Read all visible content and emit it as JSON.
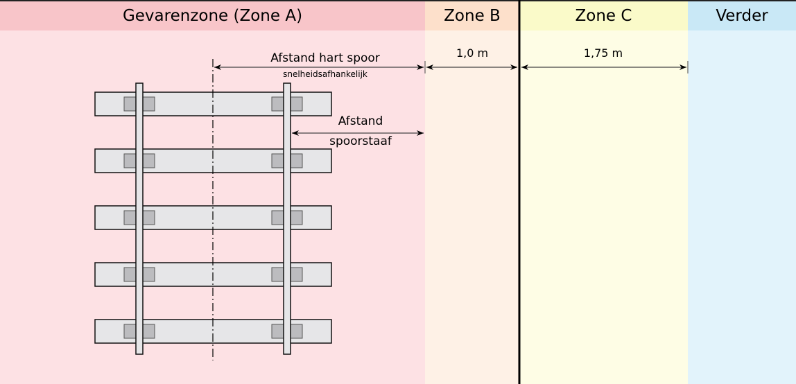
{
  "zones": [
    {
      "label": "Gevarenzone (Zone A)",
      "header_color": "#f8c5c9",
      "body_color": "#fde1e4"
    },
    {
      "label": "Zone B",
      "header_color": "#fde0cb",
      "body_color": "#fef1e6"
    },
    {
      "label": "Zone C",
      "header_color": "#fafac9",
      "body_color": "#fefde5"
    },
    {
      "label": "Verder",
      "header_color": "#c9e8f6",
      "body_color": "#e2f3fb"
    }
  ],
  "dimensions": {
    "hart_spoor": "Afstand hart spoor",
    "hart_spoor_sub": "snelheidsafhankelijk",
    "spoorstaaf_1": "Afstand",
    "spoorstaaf_2": "spoorstaaf",
    "zone_b": "1,0 m",
    "zone_c": "1,75 m"
  }
}
